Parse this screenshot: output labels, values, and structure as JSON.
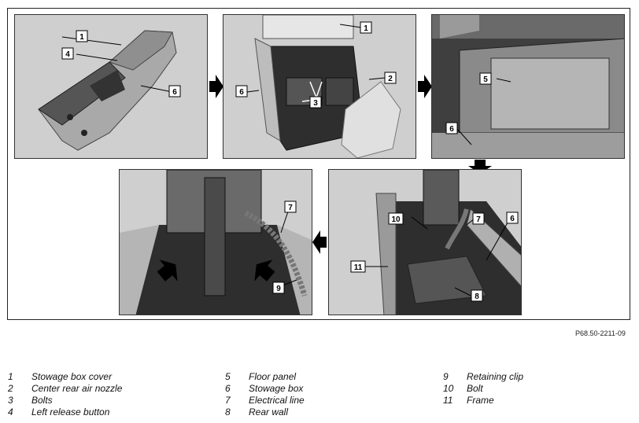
{
  "figure_ref": "P68.50-2211-09",
  "callouts": {
    "p1": [
      "1",
      "4",
      "6"
    ],
    "p2": [
      "1",
      "6",
      "3",
      "2"
    ],
    "p3": [
      "5",
      "6"
    ],
    "p4": [
      "7",
      "9"
    ],
    "p5": [
      "10",
      "7",
      "6",
      "11",
      "8"
    ]
  },
  "legend": [
    {
      "num": "1",
      "label": "Stowage box cover"
    },
    {
      "num": "2",
      "label": "Center rear air nozzle"
    },
    {
      "num": "3",
      "label": "Bolts"
    },
    {
      "num": "4",
      "label": "Left release button"
    },
    {
      "num": "5",
      "label": "Floor panel"
    },
    {
      "num": "6",
      "label": "Stowage box"
    },
    {
      "num": "7",
      "label": "Electrical line"
    },
    {
      "num": "8",
      "label": "Rear wall"
    },
    {
      "num": "9",
      "label": "Retaining clip"
    },
    {
      "num": "10",
      "label": "Bolt"
    },
    {
      "num": "11",
      "label": "Frame"
    }
  ]
}
